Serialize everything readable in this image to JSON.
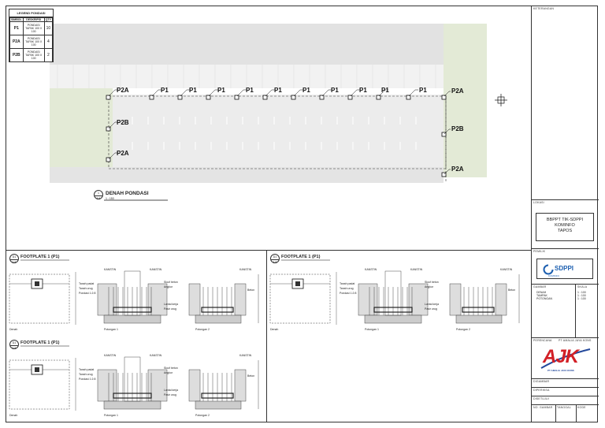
{
  "legend": {
    "title": "LEGEND PONDASI",
    "headers": [
      "SIMBOL",
      "DESKRIPSI",
      "QTY"
    ],
    "rows": [
      {
        "code": "P1",
        "desc": "PONDASI TAPAK 100 X 100",
        "qty": "10"
      },
      {
        "code": "P2A",
        "desc": "PONDASI TAPAK 100 X 100",
        "qty": "4"
      },
      {
        "code": "P2B",
        "desc": "PONDASI TAPAK 100 X 100",
        "qty": "2"
      }
    ]
  },
  "plan": {
    "p1_labels": [
      "P1",
      "P1",
      "P1",
      "P1",
      "P1",
      "P1",
      "P1",
      "P1",
      "P1",
      "P1"
    ],
    "p2a_left": [
      "P2A",
      "P2A"
    ],
    "p2b_left": "P2B",
    "p2a_right": [
      "P2A",
      "P2A"
    ],
    "p2b_right": "P2B",
    "title": "DENAH PONDASI",
    "bubble_top": "1",
    "bubble_bottom": "1/4",
    "scale": "1 : 150"
  },
  "details": [
    {
      "title": "FOOTPLATE 1 (P1)",
      "bubble": "D1",
      "sub": "1/4",
      "caption_a": "Denah",
      "caption_b": "Potongan 1",
      "caption_c": "Potongan 2"
    },
    {
      "title": "FOOTPLATE 1 (P1)",
      "bubble": "D1",
      "sub": "1/4",
      "caption_a": "Denah",
      "caption_b": "Potongan 1",
      "caption_c": "Potongan 2"
    },
    {
      "title": "FOOTPLATE 1 (P1)",
      "bubble": "D1",
      "sub": "1/4",
      "caption_a": "Denah",
      "caption_b": "Potongan 1",
      "caption_c": "Potongan 2"
    }
  ],
  "annotations": {
    "a1": "Tanah padat",
    "a2": "Tanah urug",
    "a3": "Pondasi 1:2:8",
    "a4": "Sloof beton",
    "a5": "Lantai kerja",
    "a6": "Pasir urug",
    "a7": "Angkur",
    "a8": "Beton",
    "sect": "KANSTIN"
  },
  "titleblock": {
    "keterangan": "KETERANGAN",
    "lokasi_cap": "LOKASI",
    "lokasi_lines": [
      "BBPPT TIK-SDPPI",
      "KOMINFO",
      "TAPOS"
    ],
    "pemilik_cap": "PEMILIK",
    "pemilik_logo": "SDPPI",
    "pemilik_sub": "KOMINFO",
    "gambar_cap": "GAMBAR",
    "skala_cap": "SKALA",
    "gambar_items": [
      "DENAH",
      "TAMPAK",
      "POTONGAN"
    ],
    "skala_items": [
      "1 : 100",
      "1 : 100",
      "1 : 100"
    ],
    "perencana_cap": "PERENCANA",
    "perencana_name": "PT AMALIA JAYA KONS",
    "perencana_logo": "AJK",
    "perencana_logo_sub": "PT AMALIA JAYA KONS",
    "digambar": "DIGAMBAR",
    "diperiksa": "DIPERIKSA",
    "disetujui": "DISETUJUI",
    "no_gambar": "NO. GAMBAR",
    "tanggal": "TANGGAL",
    "kode": "KODE"
  },
  "colors": {
    "green": "#e3ead6",
    "pavement": "#e9e9e9",
    "grass_dot": "#c6d0b6",
    "ajk_red": "#d21f26",
    "ajk_blue": "#23489b",
    "sdppi_blue": "#1c5fb0"
  }
}
